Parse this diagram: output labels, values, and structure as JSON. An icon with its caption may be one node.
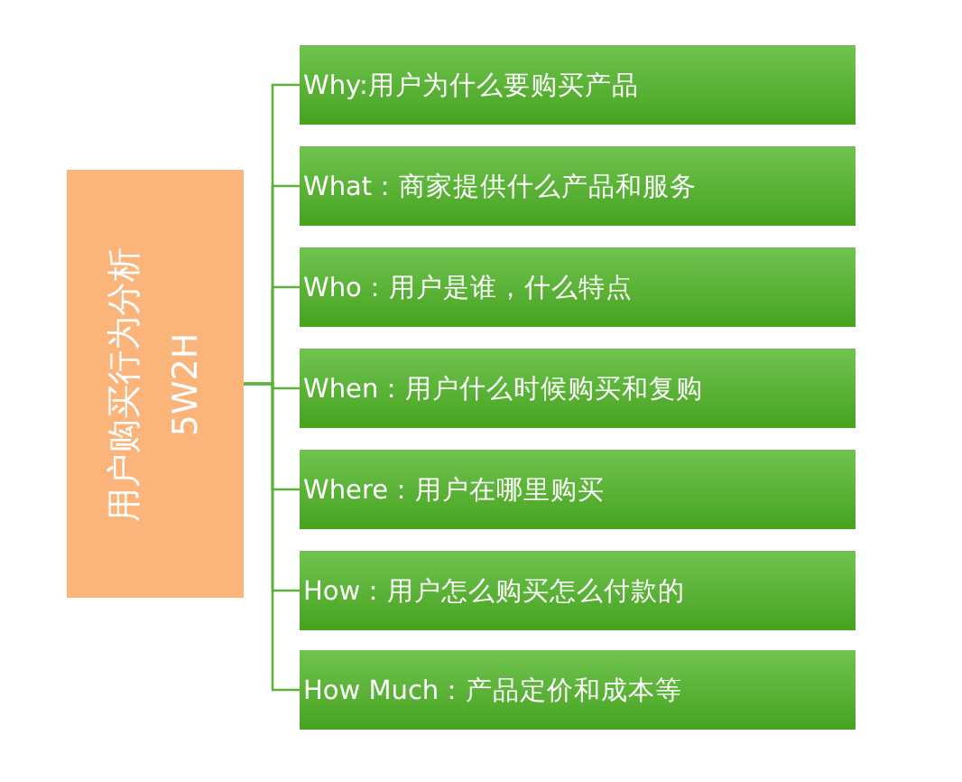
{
  "diagram": {
    "nodes": [
      {
        "text": [
          "用户购买行为分析",
          "5W2H"
        ]
      },
      {
        "text": [
          "Why:用户为什么要购买产品"
        ]
      },
      {
        "text": [
          "What：商家提供什么产品和服务"
        ]
      },
      {
        "text": [
          "Who：用户是谁，什么特点"
        ]
      },
      {
        "text": [
          "When：用户什么时候购买和复购"
        ]
      },
      {
        "text": [
          "Where：用户在哪里购买"
        ]
      },
      {
        "text": [
          "How：用户怎么购买怎么付款的"
        ]
      },
      {
        "text": [
          "How Much：产品定价和成本等"
        ]
      }
    ],
    "edges": [
      {
        "from": 0,
        "to": 1,
        "arrow": "none"
      },
      {
        "from": 0,
        "to": 2,
        "arrow": "none"
      },
      {
        "from": 0,
        "to": 3,
        "arrow": "none"
      },
      {
        "from": 0,
        "to": 4,
        "arrow": "none"
      },
      {
        "from": 0,
        "to": 5,
        "arrow": "none"
      },
      {
        "from": 0,
        "to": 6,
        "arrow": "none"
      },
      {
        "from": 0,
        "to": 7,
        "arrow": "none"
      }
    ]
  }
}
